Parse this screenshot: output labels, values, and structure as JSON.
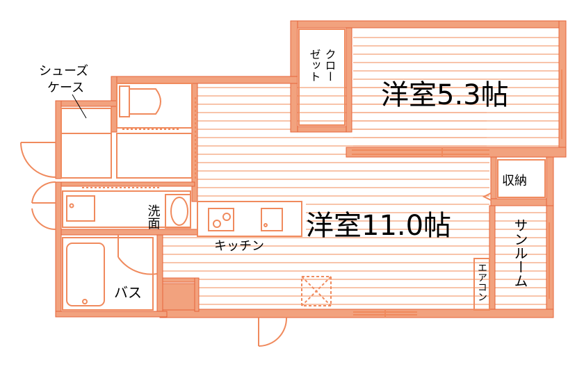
{
  "colors": {
    "wall": "#f2a27e",
    "wall_stroke": "#e5643a",
    "line": "#f08a5d",
    "floor_line": "#f6b595",
    "text": "#000000"
  },
  "rooms": {
    "western_large": "洋室11.0帖",
    "western_small": "洋室5.3帖",
    "closet_col1": "クロー",
    "closet_col2": "ゼット",
    "storage": "収納",
    "sunroom": "サンルーム",
    "aircon": "エアコン",
    "kitchen": "キッチン",
    "washroom": "洗面",
    "bath": "バス",
    "shoe_case_line1": "シューズ",
    "shoe_case_line2": "ケース"
  }
}
